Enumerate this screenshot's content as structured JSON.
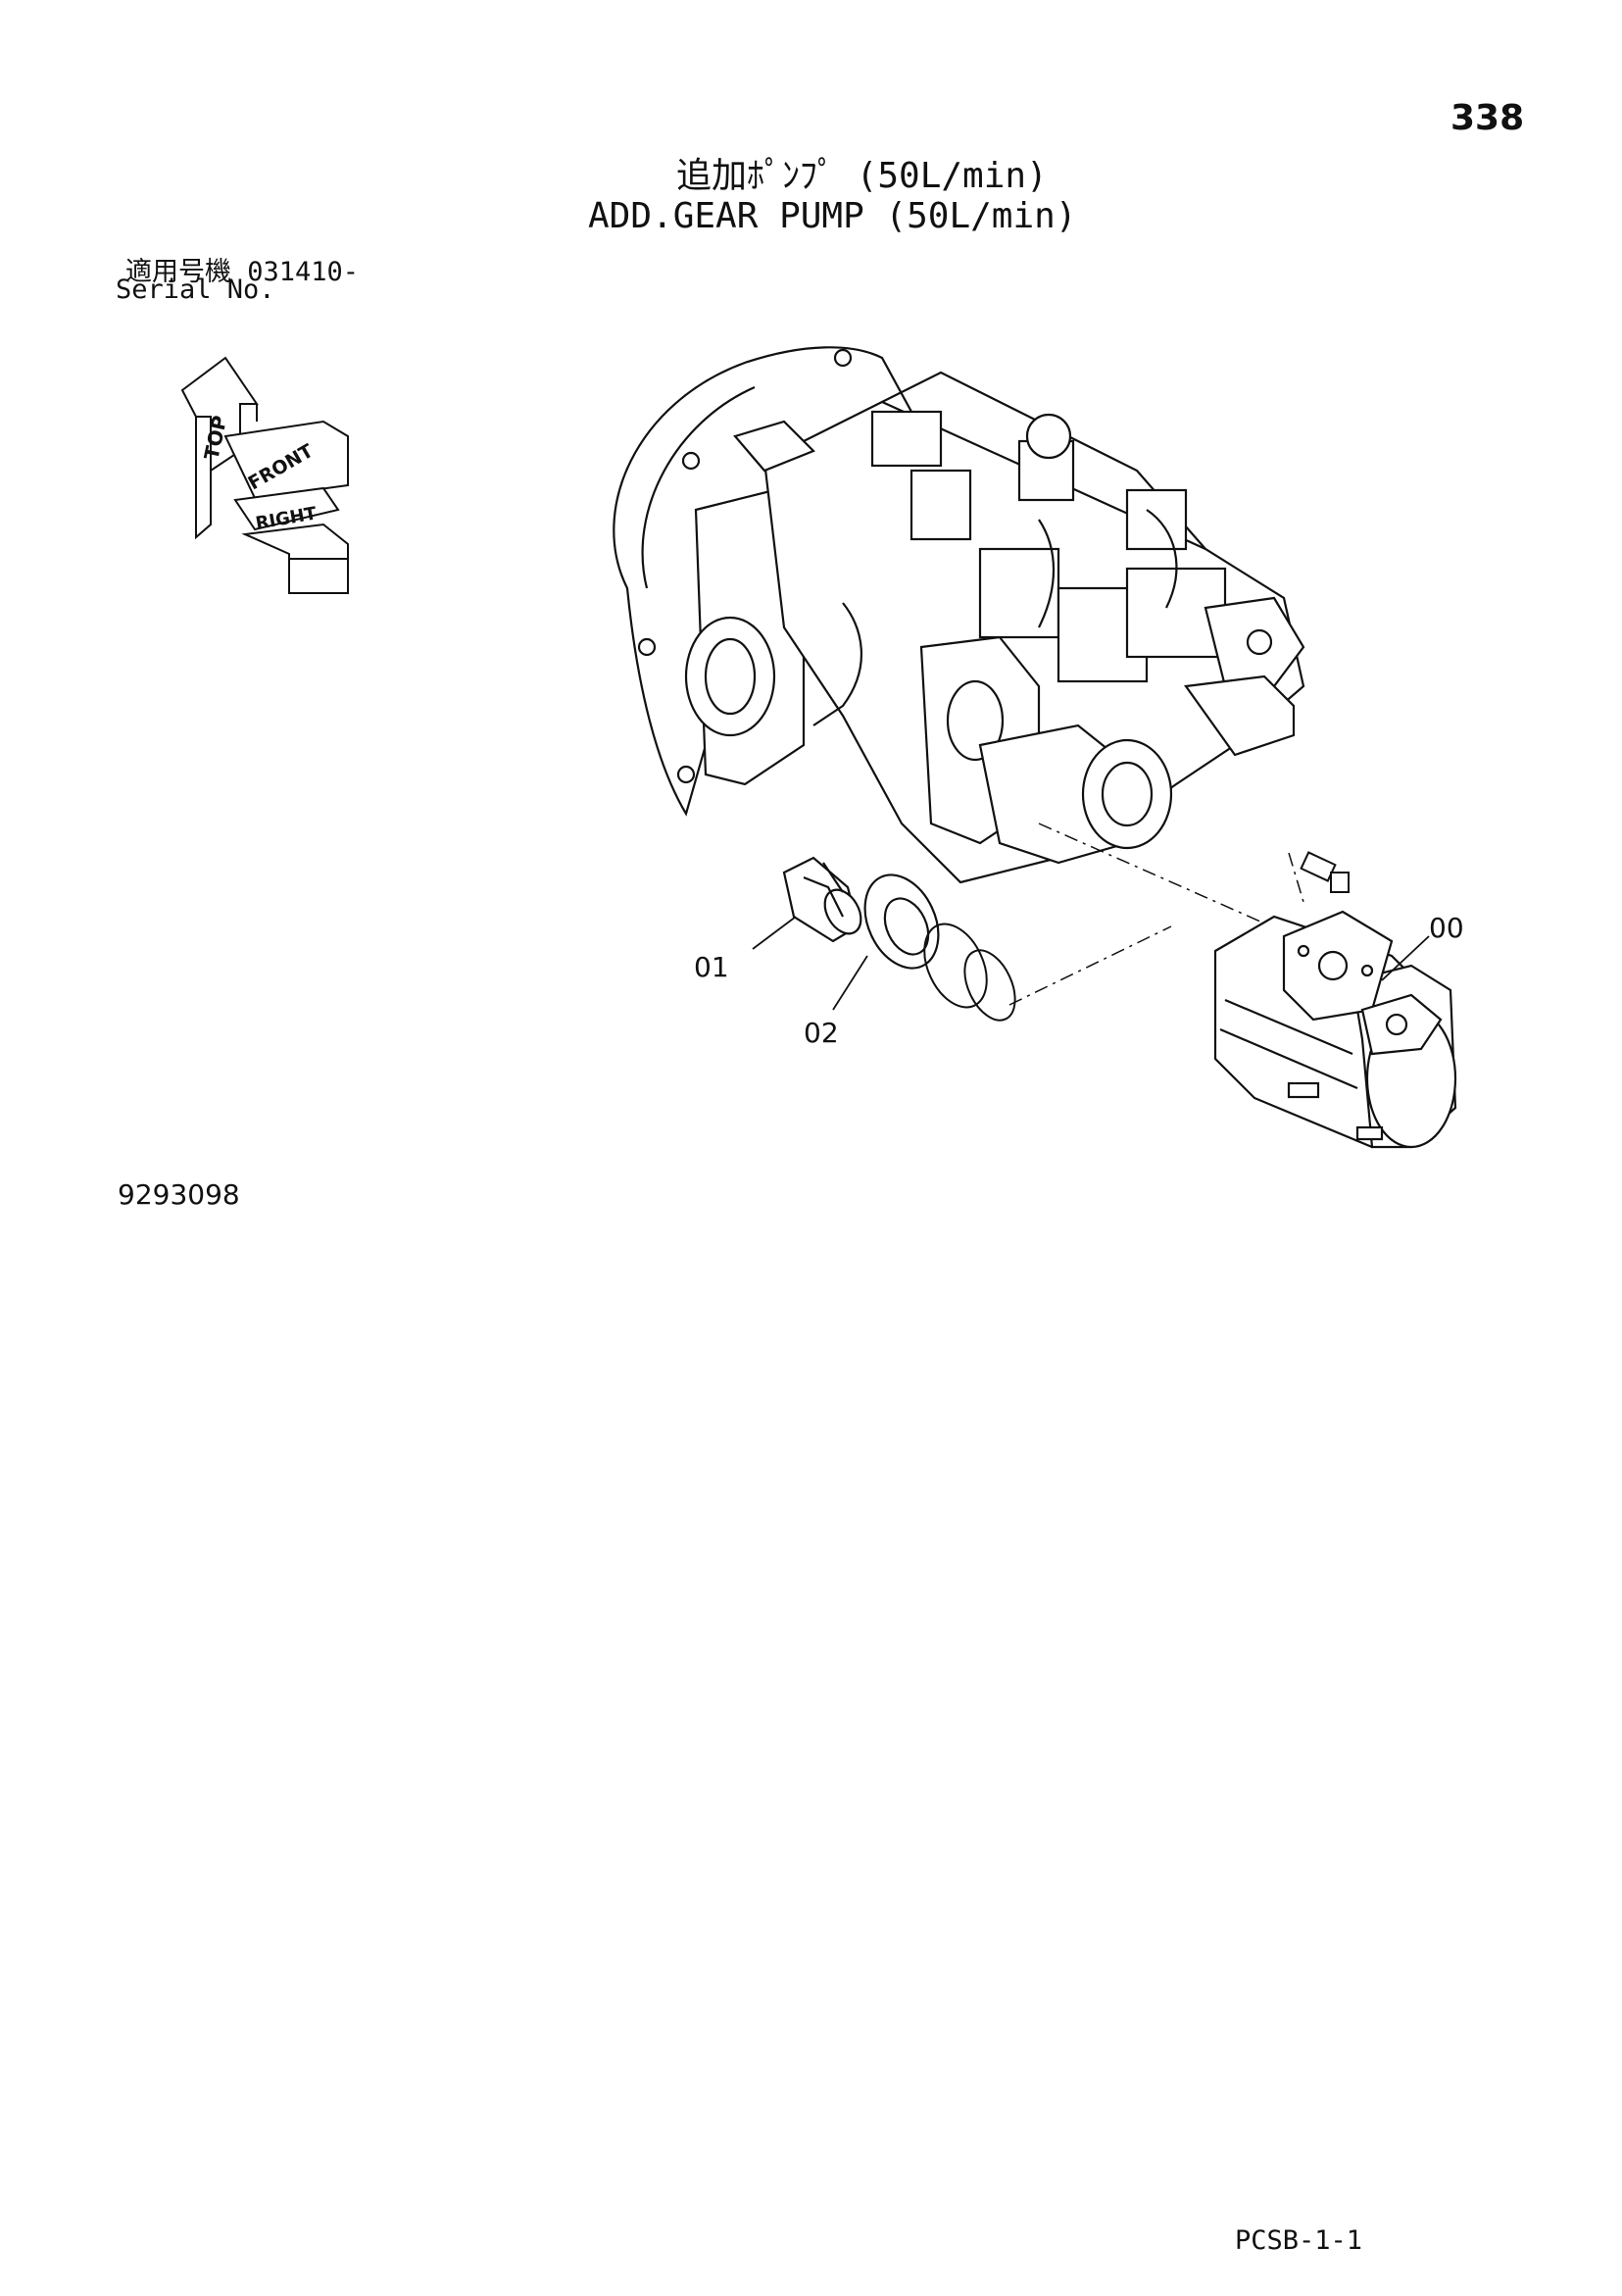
{
  "header": {
    "page_number": "338",
    "title_jp": "追加ﾎﾟﾝﾌﾟ (50L/min)",
    "title_en": "ADD.GEAR PUMP (50L/min)"
  },
  "serial": {
    "label_jp": "適用号機 031410-",
    "label_en": "Serial No."
  },
  "orientation": {
    "top": "TOP",
    "front": "FRONT",
    "right": "RIGHT"
  },
  "callouts": {
    "part_00": "00",
    "part_01": "01",
    "part_02": "02"
  },
  "drawing_number": "9293098",
  "footer": "PCSB-1-1"
}
